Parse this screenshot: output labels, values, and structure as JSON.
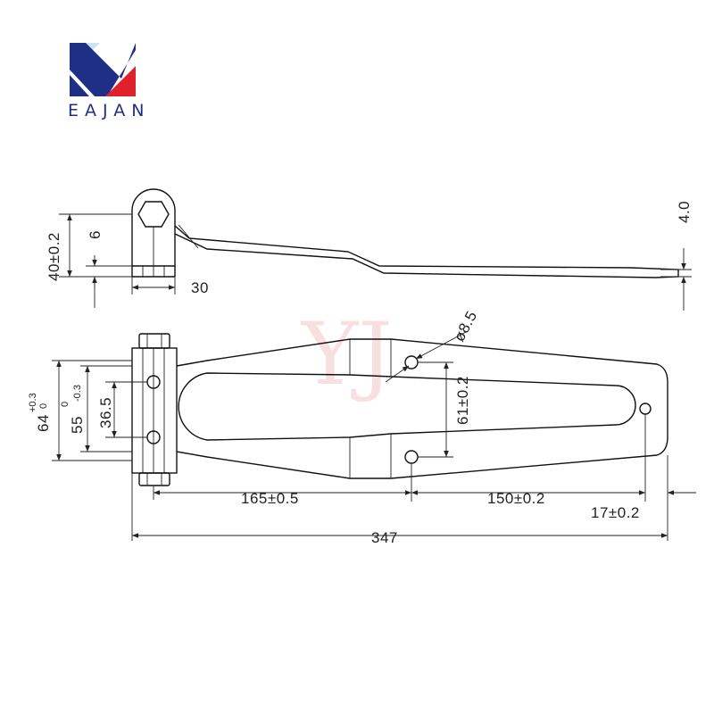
{
  "brand": {
    "name": "EAJAN",
    "colors": {
      "blue": "#1f2f86",
      "red": "#e0202a",
      "light_blue": "#cfe3f6"
    }
  },
  "watermark": {
    "text": "YJ"
  },
  "dimensions": {
    "side_height": "40±0.2",
    "side_hex": "6",
    "side_knuckle_width": "30",
    "side_thickness": "4.0",
    "hole_diameter": "ø8.5",
    "hole_spacing_vertical": "61±0.2",
    "overall_width_main": "64",
    "overall_width_tol_upper": "+0.3",
    "overall_width_tol_lower": "0",
    "leaf_width_main": "55",
    "leaf_width_tol_upper": "0",
    "leaf_width_tol_lower": "-0.3",
    "knuckle_hole_spacing": "36.5",
    "dist_hinge_to_holes": "165±0.5",
    "dist_holes_to_end_hole": "150±0.2",
    "end_hole_offset": "17±0.2",
    "overall_length": "347"
  }
}
